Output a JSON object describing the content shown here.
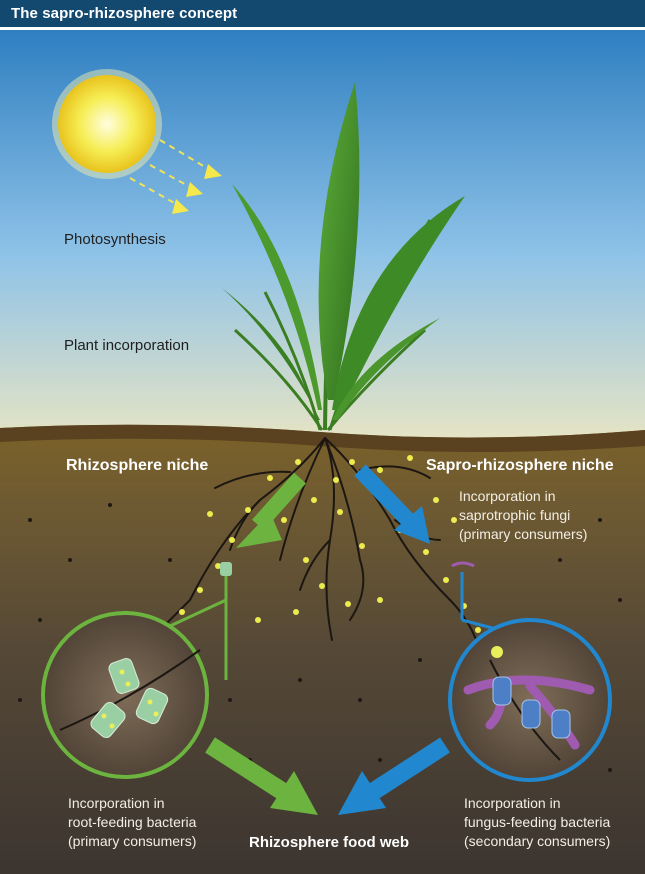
{
  "title": "The sapro-rhizosphere concept",
  "labels": {
    "photosynthesis": "Photosynthesis",
    "plant_incorporation": "Plant incorporation",
    "rhizosphere_niche": "Rhizosphere niche",
    "sapro_rhizosphere_niche": "Sapro-rhizosphere niche",
    "fungi_line1": "Incorporation in",
    "fungi_line2": "saprotrophic fungi",
    "fungi_line3": "(primary consumers)",
    "root_bacteria_line1": "Incorporation in",
    "root_bacteria_line2": "root-feeding bacteria",
    "root_bacteria_line3": "(primary consumers)",
    "food_web": "Rhizosphere food web",
    "fungus_bacteria_line1": "Incorporation in",
    "fungus_bacteria_line2": "fungus-feeding bacteria",
    "fungus_bacteria_line3": "(secondary consumers)"
  },
  "colors": {
    "title_bar": "#13486f",
    "sky_top": "#2f7fc1",
    "sky_bottom": "#e6e4c4",
    "soil_top": "#7c6229",
    "soil_bottom": "#3c3530",
    "leaf": "#3f8f26",
    "sun": "#f6ee55",
    "rhizosphere_green": "#6cb33f",
    "sapro_blue": "#2188d0",
    "carbon_dots": "#ecec4e",
    "fungi_purple": "#9e5bb0",
    "bacteria_green": "#9acfa4",
    "bacteria_blue": "#4d7fc6"
  }
}
